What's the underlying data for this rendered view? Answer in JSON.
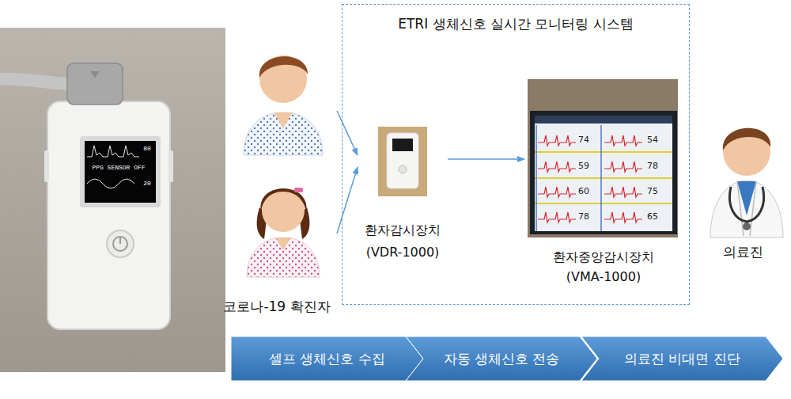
{
  "diagram": {
    "nodes": [
      {
        "text": [
          "코로나-19 확진자"
        ]
      },
      {
        "text": [
          "ETRI 생체신호 실시간 모니터링 시스템"
        ]
      },
      {
        "text": [
          "환자감시장치 (VDR-1000)"
        ],
        "in": 1
      },
      {
        "text": [
          "환자중앙감시장치 (VMA-1000)"
        ],
        "in": 1
      },
      {
        "text": [
          "의료진"
        ]
      },
      {
        "text": [
          "셀프 생체신호 수집"
        ]
      },
      {
        "text": [
          "자동 생체신호 전송"
        ]
      },
      {
        "text": [
          "의료진 비대면 진단"
        ]
      }
    ],
    "edges": [
      {
        "from": 0,
        "to": 2,
        "arrow": "to"
      },
      {
        "from": 0,
        "to": 2,
        "arrow": "to"
      },
      {
        "from": 2,
        "to": 3,
        "arrow": "to"
      }
    ],
    "labels": [
      "80",
      "PPG SENSOR OFF",
      "20",
      "74",
      "54",
      "59",
      "78",
      "60",
      "75",
      "78",
      "65"
    ]
  }
}
